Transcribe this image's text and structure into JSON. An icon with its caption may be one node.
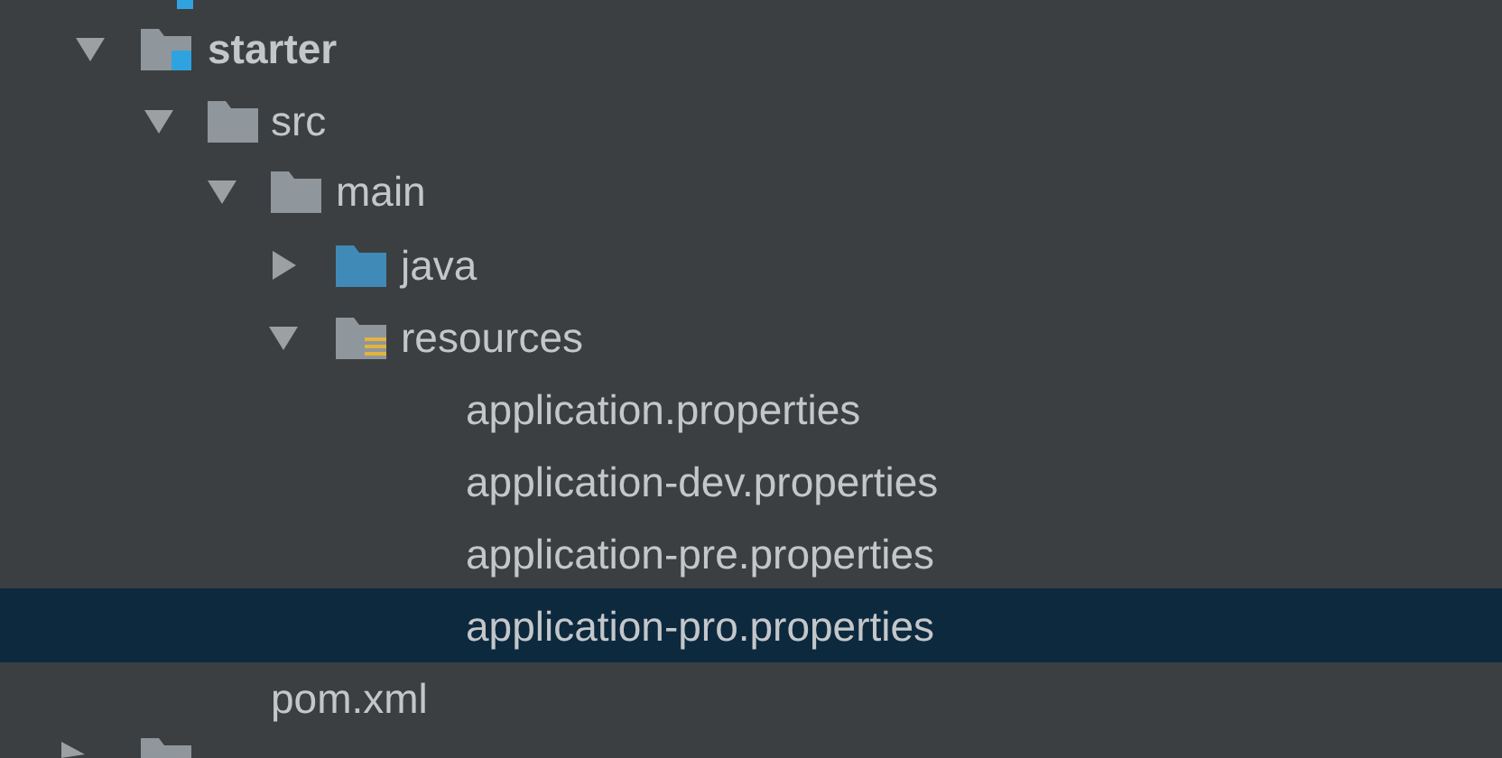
{
  "diagram": {
    "labels": [
      "starter",
      "src",
      "main",
      "java",
      "resources",
      "application.properties",
      "application-dev.properties",
      "application-pre.properties",
      "application-pro.properties",
      "pom.xml"
    ]
  }
}
